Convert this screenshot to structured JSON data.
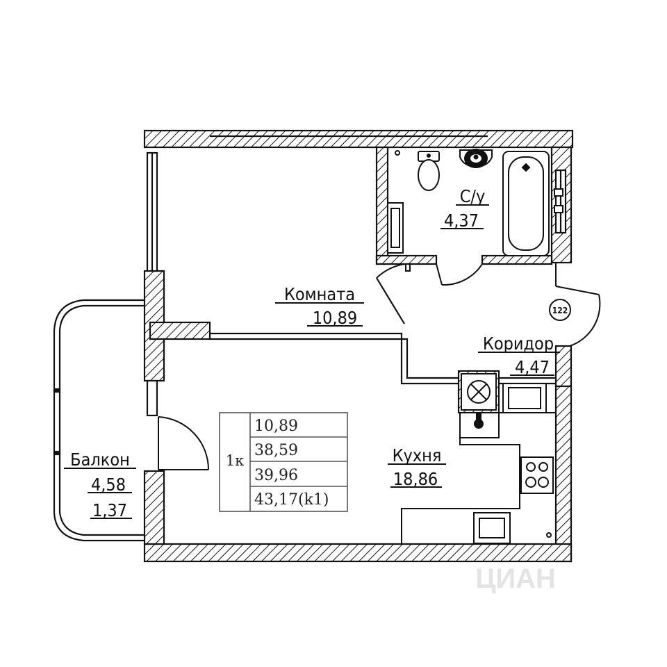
{
  "rooms": {
    "komnata": {
      "name": "Комната",
      "area": "10,89"
    },
    "su": {
      "name": "С/у",
      "area": "4,37"
    },
    "koridor": {
      "name": "Коридор",
      "area": "4,47"
    },
    "kukhnya": {
      "name": "Кухня",
      "area": "18,86"
    },
    "balkon": {
      "name": "Балкон",
      "area": "4,58",
      "area_coef": "1,37"
    }
  },
  "summary": {
    "type": "1к",
    "values": [
      "10,89",
      "38,59",
      "39,96",
      "43,17(k1)"
    ]
  },
  "marker": "122",
  "watermark": "ЦИАН",
  "colors": {
    "line": "#111111",
    "table": "#555555",
    "watermark": "#e4e4e4"
  }
}
